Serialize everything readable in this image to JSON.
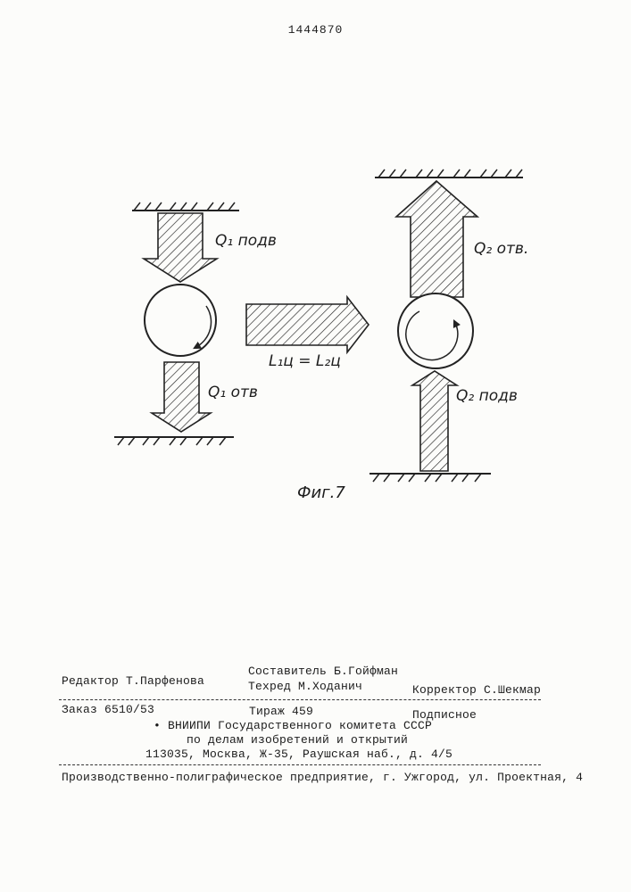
{
  "patent_number": "1444870",
  "figure": {
    "caption": "Фиг.7",
    "labels": {
      "q1_supply": "Q₁ подв",
      "q1_removal": "Q₁ отв",
      "q2_removal": "Q₂ отв.",
      "q2_supply": "Q₂ подв",
      "equality": "L₁ц = L₂ц"
    }
  },
  "colophon": {
    "editor": "Редактор Т.Парфенова",
    "compiler": "Составитель Б.Гойфман",
    "techred": "Техред М.Ходанич",
    "corrector": "Корректор С.Шекмар",
    "order": "Заказ 6510/53",
    "circulation": "Тираж 459",
    "subscription": "Подписное",
    "org_line1": "• ВНИИПИ Государственного комитета СССР",
    "org_line2": "по делам изобретений и открытий",
    "address": "113035, Москва, Ж-35, Раушская наб., д. 4/5",
    "printer": "Производственно-полиграфическое предприятие, г. Ужгород, ул. Проектная, 4"
  }
}
